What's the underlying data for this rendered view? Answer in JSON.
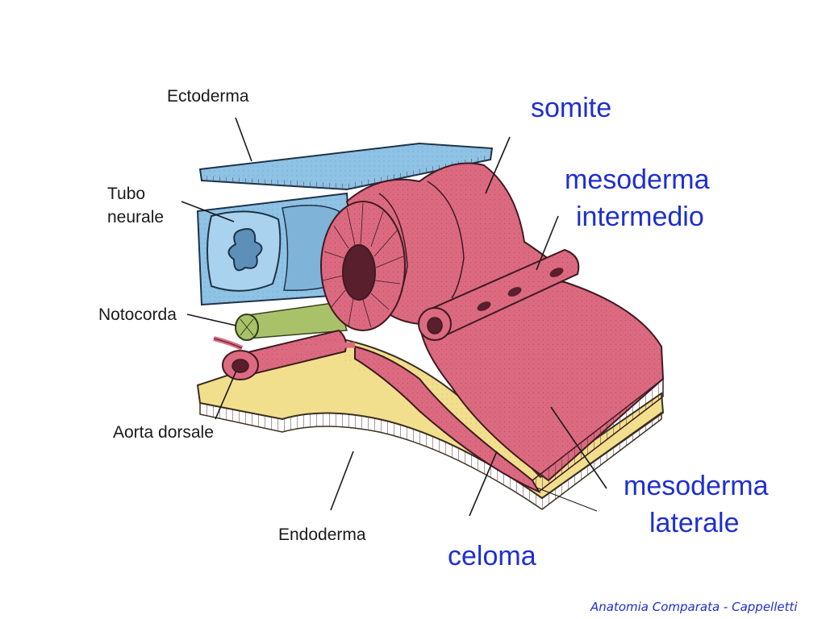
{
  "labels": {
    "ectoderma": "Ectoderma",
    "tubo_line1": "Tubo",
    "tubo_line2": "neurale",
    "notocorda": "Notocorda",
    "aorta": "Aorta dorsale",
    "endoderma": "Endoderma",
    "somite": "somite",
    "intermedio_line1": "mesoderma",
    "intermedio_line2": "intermedio",
    "laterale_line1": "mesoderma",
    "laterale_line2": "laterale",
    "celoma": "celoma"
  },
  "footer": "Anatomia Comparata - Cappelletti",
  "colors": {
    "ectoderm_blue": "#8fc3e6",
    "mesoderm_pink": "#dc6a80",
    "endoderm_yellow": "#f2df8e",
    "notochord_green": "#a9c26a",
    "label_blue": "#1f2fd0"
  }
}
